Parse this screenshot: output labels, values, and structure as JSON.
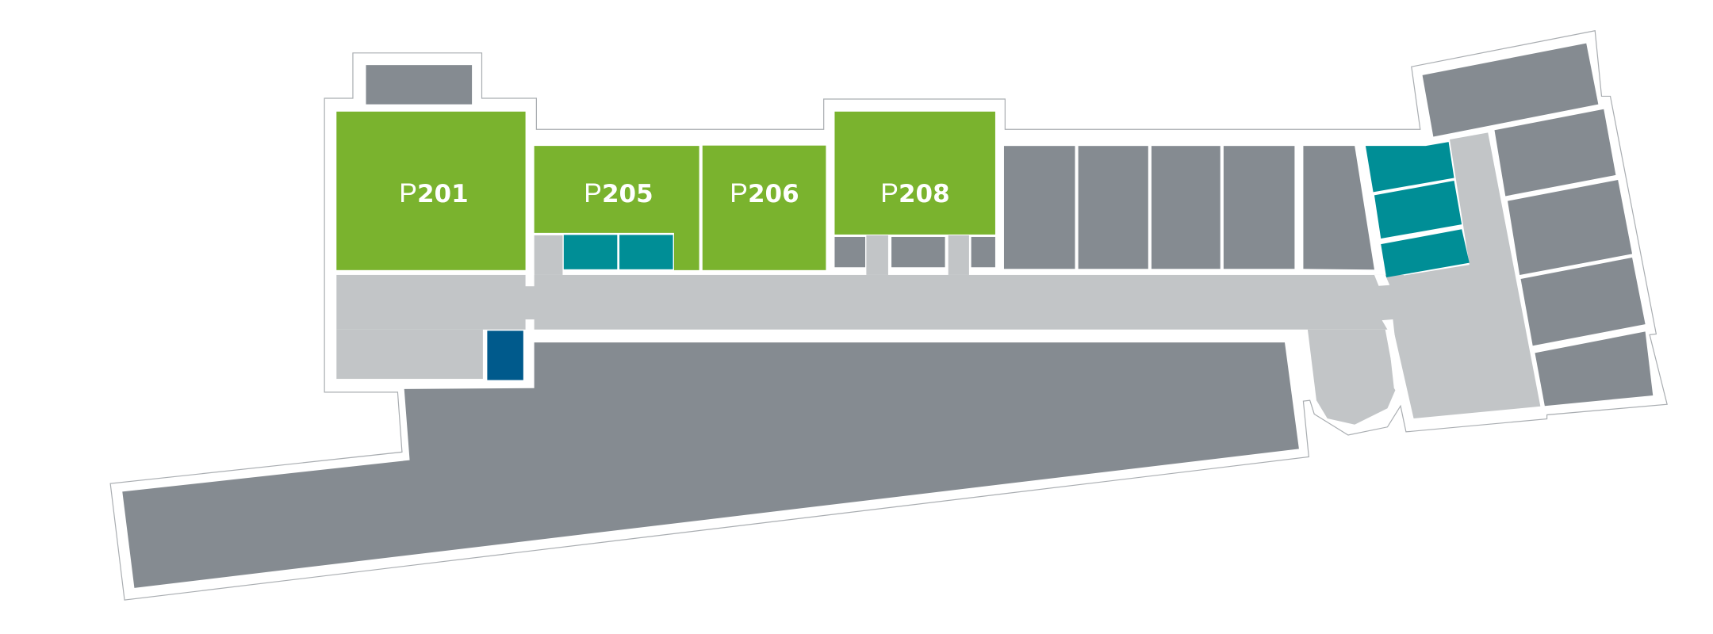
{
  "floor_plan": {
    "colors": {
      "highlighted_unit": "#7ab32e",
      "other_unit": "#858b91",
      "corridor": "#c2c5c7",
      "service": "#008e96",
      "stair": "#005a8c",
      "outline": "#a9adb1"
    },
    "units": [
      {
        "prefix": "P",
        "number": "201"
      },
      {
        "prefix": "P",
        "number": "205"
      },
      {
        "prefix": "P",
        "number": "206"
      },
      {
        "prefix": "P",
        "number": "208"
      }
    ]
  }
}
